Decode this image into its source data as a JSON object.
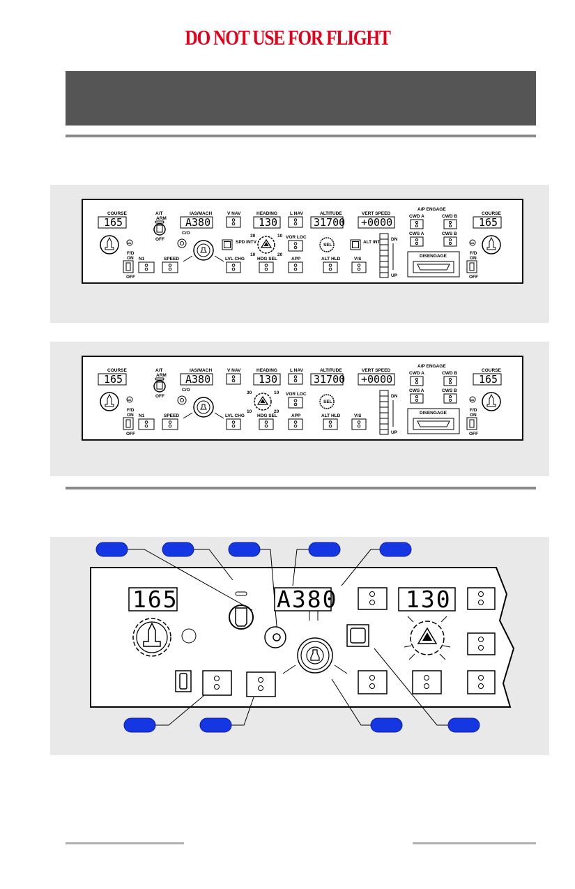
{
  "warning": "DO NOT USE FOR FLIGHT",
  "mcp": {
    "course_label": "COURSE",
    "course_value": "165",
    "at_label": "A/T",
    "arm_label": "ARM",
    "off_label": "OFF",
    "ias_mach_label": "IAS/MACH",
    "ias_mach_value": "A380",
    "co_label": "C/O",
    "vnav_label": "V NAV",
    "heading_label": "HEADING",
    "heading_value": "130",
    "lnav_label": "L NAV",
    "altitude_label": "ALTITUDE",
    "altitude_value": "31700",
    "vert_speed_label": "VERT SPEED",
    "vert_speed_value": "+0000",
    "ap_engage_label": "A/P ENGAGE",
    "cwd_a_label": "CWD A",
    "cwd_b_label": "CWD B",
    "cws_a_label": "CWS A",
    "cws_b_label": "CWS B",
    "disengage_label": "DISENGAGE",
    "spd_intv_label": "SPD INTV",
    "alt_intv_label": "ALT INTV",
    "vor_loc_label": "VOR LOC",
    "sel_label": "SEL",
    "dn_label": "DN",
    "up_label": "UP",
    "fd_label": "F/D",
    "on_label": "ON",
    "ma_label": "MA",
    "n1_label": "N1",
    "speed_label": "SPEED",
    "lvl_chg_label": "LVL CHG",
    "hdg_sel_label": "HDG SEL",
    "app_label": "APP",
    "alt_hld_label": "ALT HLD",
    "vs_label": "V/S",
    "bank_30": "30",
    "bank_10": "10",
    "bank_20": "20"
  },
  "colors": {
    "warning": "#e2001a",
    "callout": "#1536e3",
    "header_band": "#555555",
    "panel_background": "#e9e9e9"
  }
}
